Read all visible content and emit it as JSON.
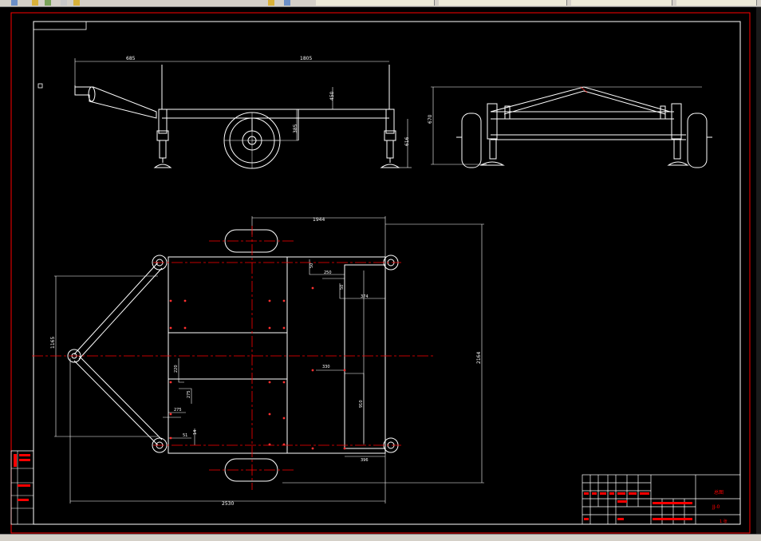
{
  "toolbar": {
    "tabs": [
      "",
      "",
      "",
      ""
    ]
  },
  "drawing": {
    "side_view": {
      "dim_handle": "685",
      "dim_frame": "1805",
      "dim_height_a": "450",
      "dim_height_b": "385",
      "dim_height_c": "616"
    },
    "front_view": {
      "dim_height": "670"
    },
    "top_view": {
      "dim_top_width": "1944",
      "dim_bottom_width": "2530",
      "dim_total_height": "2164",
      "dim_tow_height": "1165",
      "dim_250": "250",
      "dim_374": "374",
      "dim_d1": "50",
      "dim_d2": "50",
      "dim_330": "330",
      "dim_910": "910",
      "dim_d3": "396",
      "dim_d4": "220",
      "dim_d5": "275",
      "dim_d6": "275",
      "dim_51": "51",
      "dim_14": "14"
    },
    "title_block": {
      "title": "总图",
      "drawing_no": "JJ-0",
      "sheet": "1  张"
    }
  },
  "colors": {
    "background": "#000000",
    "frame": "#ffffff",
    "border_red": "#ff0000",
    "centerline": "#ff0000",
    "marker": "#ff3030"
  }
}
